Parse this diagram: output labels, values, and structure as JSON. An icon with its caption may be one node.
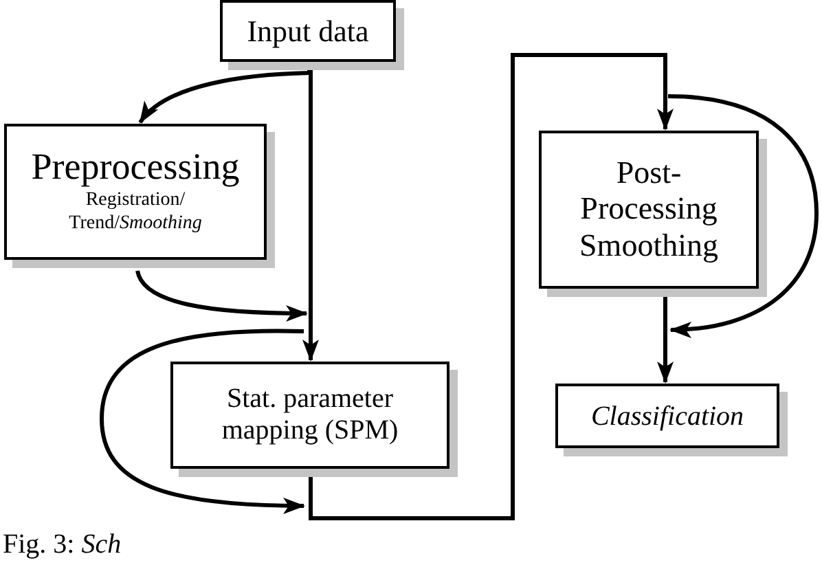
{
  "diagram": {
    "caption": "Fig. 3: *Sch*",
    "nodes": [
      {
        "text": [
          "Input data"
        ]
      },
      {
        "text": [
          "Preprocessing",
          "Registration/ Trend/*Smoothing*"
        ]
      },
      {
        "text": [
          "Stat. parameter mapping (SPM)"
        ]
      },
      {
        "text": [
          "Post- Processing Smoothing"
        ]
      },
      {
        "text": [
          "Classification"
        ]
      }
    ],
    "edges": [
      {
        "from": 0,
        "to": 1,
        "arrow": "to"
      },
      {
        "from": 0,
        "to": 2,
        "arrow": "to"
      },
      {
        "from": 1,
        "to": 2,
        "arrow": "to"
      },
      {
        "from": 2,
        "to": 2,
        "arrow": "to"
      },
      {
        "from": 2,
        "to": 3,
        "arrow": "to"
      },
      {
        "from": 3,
        "to": 3,
        "arrow": "to"
      },
      {
        "from": 3,
        "to": 4,
        "arrow": "to"
      }
    ]
  }
}
